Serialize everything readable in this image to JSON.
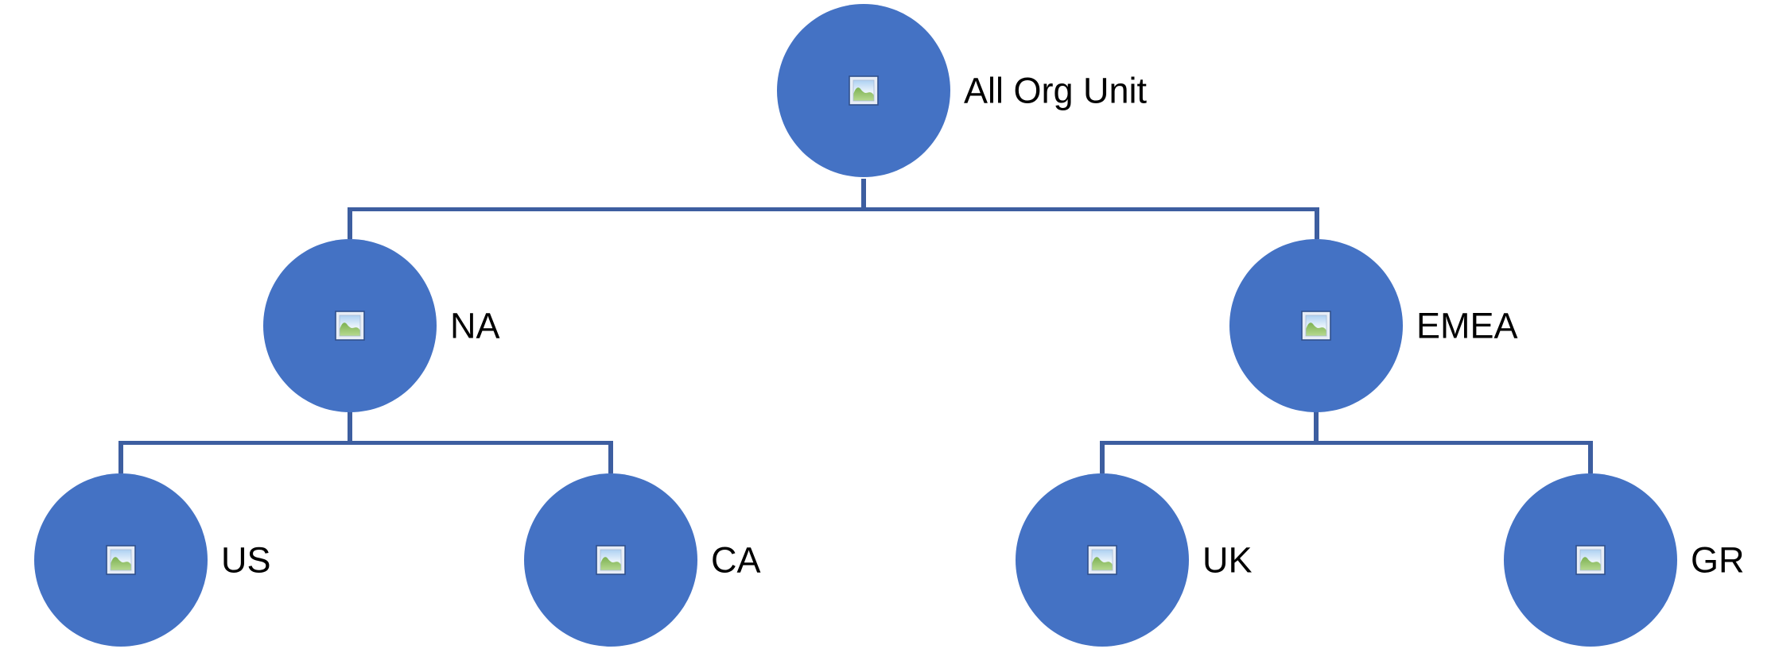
{
  "diagram": {
    "type": "org-chart-tree",
    "colors": {
      "node_fill": "#4472C4",
      "connector": "#3D5EA0",
      "label_text": "#000000",
      "background": "#FFFFFF"
    },
    "node_icon": "image-placeholder-icon",
    "root": {
      "label": "All Org Unit",
      "children": [
        {
          "label": "NA",
          "children": [
            {
              "label": "US",
              "children": []
            },
            {
              "label": "CA",
              "children": []
            }
          ]
        },
        {
          "label": "EMEA",
          "children": [
            {
              "label": "UK",
              "children": []
            },
            {
              "label": "GR",
              "children": []
            }
          ]
        }
      ]
    }
  }
}
